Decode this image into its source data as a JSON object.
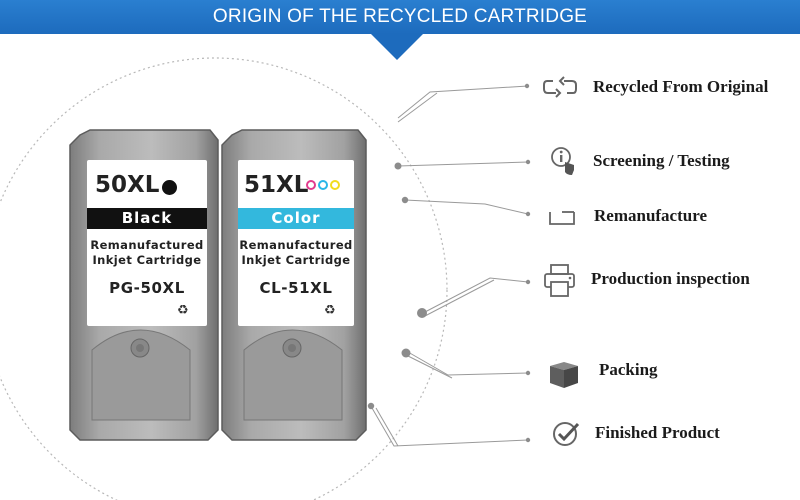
{
  "banner": {
    "title": "ORIGIN OF THE RECYCLED CARTRIDGE"
  },
  "cartridges": [
    {
      "model": "50XL",
      "band_label": "Black",
      "line1": "Remanufactured",
      "line2": "Inkjet  Cartridge",
      "code": "PG-50XL",
      "dot_colors": [
        "#111111"
      ],
      "band_color": "#111111",
      "band_text_color": "#ffffff"
    },
    {
      "model": "51XL",
      "band_label": "Color",
      "line1": "Remanufactured",
      "line2": "Inkjet  Cartridge",
      "code": "CL-51XL",
      "dot_colors": [
        "#e23c8e",
        "#29b6e8",
        "#f2dc1e"
      ],
      "band_color": "#33b8dd",
      "band_text_color": "#ffffff"
    }
  ],
  "steps": [
    {
      "label": "Recycled From Original",
      "icon": "recycle-arrows-icon"
    },
    {
      "label": "Screening / Testing",
      "icon": "touch-info-icon"
    },
    {
      "label": "Remanufacture",
      "icon": "tray-icon"
    },
    {
      "label": "Production inspection",
      "icon": "printer-icon"
    },
    {
      "label": "Packing",
      "icon": "box-icon"
    },
    {
      "label": "Finished Product",
      "icon": "check-badge-icon"
    }
  ]
}
